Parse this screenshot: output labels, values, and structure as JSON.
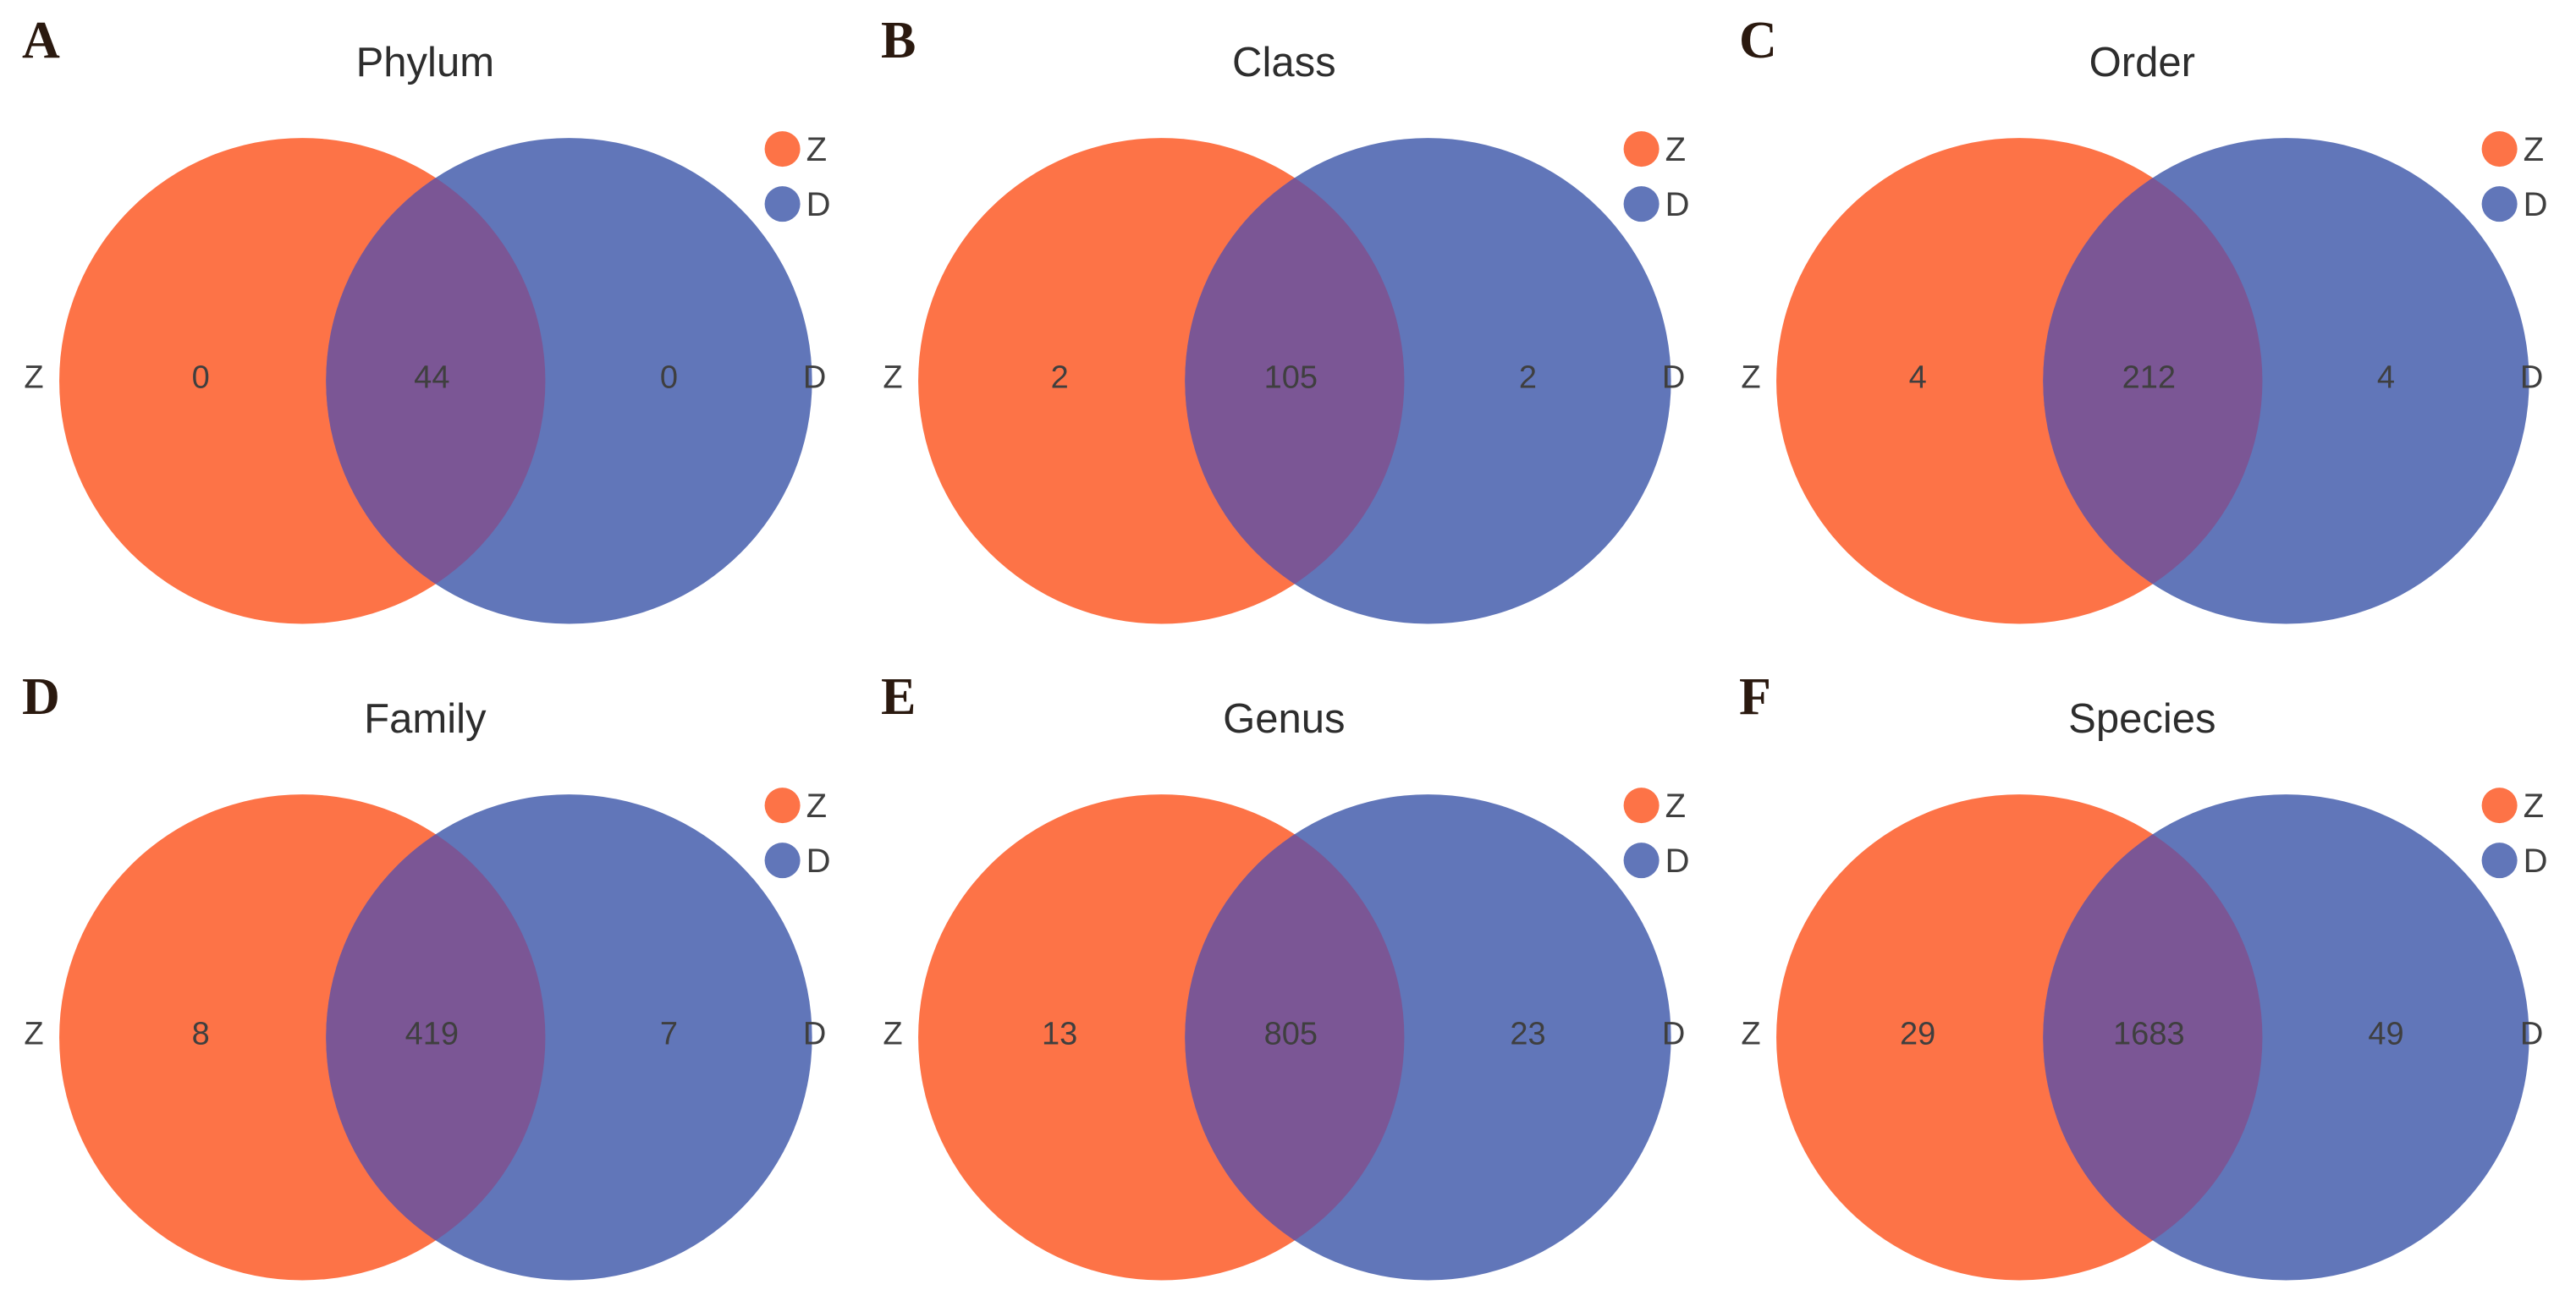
{
  "figure": {
    "background": "#ffffff",
    "legend": {
      "z_label": "Z",
      "d_label": "D"
    },
    "colors": {
      "set_z": "#FD7347",
      "set_d": "#6176B9",
      "overlap": "#7B5695",
      "title_text": "#2d2d2d",
      "count_text": "#3f3f3f",
      "letter_text": "#2a190f"
    },
    "panels": [
      {
        "letter": "A",
        "title": "Phylum",
        "z_only": "0",
        "shared": "44",
        "d_only": "0"
      },
      {
        "letter": "B",
        "title": "Class",
        "z_only": "2",
        "shared": "105",
        "d_only": "2"
      },
      {
        "letter": "C",
        "title": "Order",
        "z_only": "4",
        "shared": "212",
        "d_only": "4"
      },
      {
        "letter": "D",
        "title": "Family",
        "z_only": "8",
        "shared": "419",
        "d_only": "7"
      },
      {
        "letter": "E",
        "title": "Genus",
        "z_only": "13",
        "shared": "805",
        "d_only": "23"
      },
      {
        "letter": "F",
        "title": "Species",
        "z_only": "29",
        "shared": "1683",
        "d_only": "49"
      }
    ]
  },
  "chart_data": [
    {
      "type": "venn",
      "panel": "A",
      "title": "Phylum",
      "sets": [
        "Z",
        "D"
      ],
      "legend": [
        "Z",
        "D"
      ],
      "z_only": 0,
      "intersection": 44,
      "d_only": 0
    },
    {
      "type": "venn",
      "panel": "B",
      "title": "Class",
      "sets": [
        "Z",
        "D"
      ],
      "legend": [
        "Z",
        "D"
      ],
      "z_only": 2,
      "intersection": 105,
      "d_only": 2
    },
    {
      "type": "venn",
      "panel": "C",
      "title": "Order",
      "sets": [
        "Z",
        "D"
      ],
      "legend": [
        "Z",
        "D"
      ],
      "z_only": 4,
      "intersection": 212,
      "d_only": 4
    },
    {
      "type": "venn",
      "panel": "D",
      "title": "Family",
      "sets": [
        "Z",
        "D"
      ],
      "legend": [
        "Z",
        "D"
      ],
      "z_only": 8,
      "intersection": 419,
      "d_only": 7
    },
    {
      "type": "venn",
      "panel": "E",
      "title": "Genus",
      "sets": [
        "Z",
        "D"
      ],
      "legend": [
        "Z",
        "D"
      ],
      "z_only": 13,
      "intersection": 805,
      "d_only": 23
    },
    {
      "type": "venn",
      "panel": "F",
      "title": "Species",
      "sets": [
        "Z",
        "D"
      ],
      "legend": [
        "Z",
        "D"
      ],
      "z_only": 29,
      "intersection": 1683,
      "d_only": 49
    }
  ]
}
